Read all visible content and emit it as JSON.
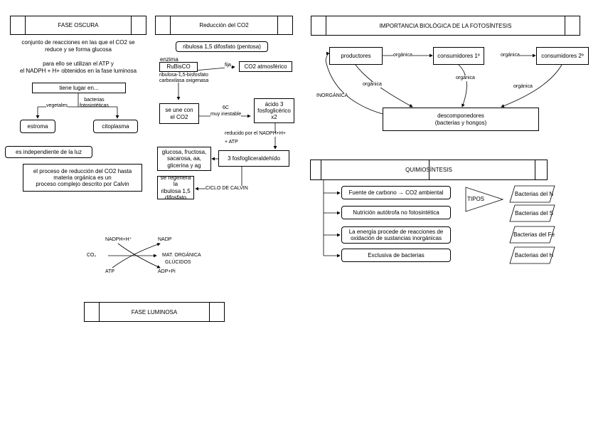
{
  "fase_oscura": {
    "title": "FASE OSCURA",
    "definition_1": "conjunto de reacciones en las que el CO2 se",
    "definition_2": "reduce y se forma glucosa",
    "usage_1": "para ello se utilizan el ATP y",
    "usage_2": "el NADPH + H+ obtenidos en la fase luminosa",
    "location_box": "tiene lugar en...",
    "branch_plants": "vegetales",
    "branch_bacteria_1": "bacterias",
    "branch_bacteria_2": "fotosintéticas",
    "stroma": "estroma",
    "cytoplasm": "citoplasma",
    "light_independent": "es independiente de la luz",
    "calvin_1": "el proceso de reducción del CO2 hasta",
    "calvin_2": "materia orgánica es un",
    "calvin_3": "proceso complejo descrito por Calvin"
  },
  "reduccion": {
    "title": "Reducción del CO2",
    "ribulose_box": "ribulosa 1,5 difosfato (pentosa)",
    "enzyme_label": "enzima",
    "rubisco": "RuBisCO",
    "rubisco_full_1": "ribulosa-1,5-bisfosfato",
    "rubisco_full_2": "carboxilasa oxigenasa",
    "fija": "fija",
    "co2_atm": "CO2 atmosférico",
    "joins_1": "se une con",
    "joins_2": "el CO2",
    "six_c": "6C",
    "unstable": "muy inestable",
    "pga_1": "ácido 3",
    "pga_2": "fosfoglicérico",
    "pga_3": "x2",
    "reduced_by": "reducido por el NADPH+H+",
    "plus_atp": "+ ATP",
    "g3p": "3 fosfogliceraldehído",
    "products_1": "glucosa, fructosa,",
    "products_2": "sacarosa, aa,",
    "products_3": "glicerina y ag",
    "regen_1": "se regenera la",
    "regen_2": "ribulosa 1,5",
    "regen_3": "difosfato",
    "calvin_cycle": "CICLO DE CALVIN"
  },
  "balance": {
    "nadph": "NADPH+H⁺",
    "nadp": "NADP",
    "co2": "CO₂",
    "mat_org": "MAT. ORGÁNICA",
    "glucidos": "GLÚCIDOS",
    "atp": "ATP",
    "adp": "ADP+Pi"
  },
  "fase_luminosa": {
    "title": "FASE LUMINOSA"
  },
  "importancia": {
    "title": "IMPORTANCIA BIOLÓGICA DE LA FOTOSÍNTESIS",
    "producers": "productores",
    "consumers1": "consumidores 1º",
    "consumers2": "consumidores 2º",
    "organica": "orgánica",
    "inorganica": "INORGÁNICA",
    "decomposers_1": "descomponedores",
    "decomposers_2": "(bacterias y hongos)"
  },
  "quimiosintesis": {
    "title": "QUIMIOSÍNTESIS",
    "features": [
      "Fuente de carbono → CO2 ambiental",
      "Nutrición autótrofa no fotosintética",
      "La energía procede de reacciones de",
      "oxidación de sustancias inorgánicas",
      "Exclusiva de bacterias"
    ],
    "tipos": "TIPOS",
    "types": [
      "Bacterias del N",
      "Bacterias del S",
      "Bacterias del Fe",
      "Bacterias del H"
    ]
  }
}
